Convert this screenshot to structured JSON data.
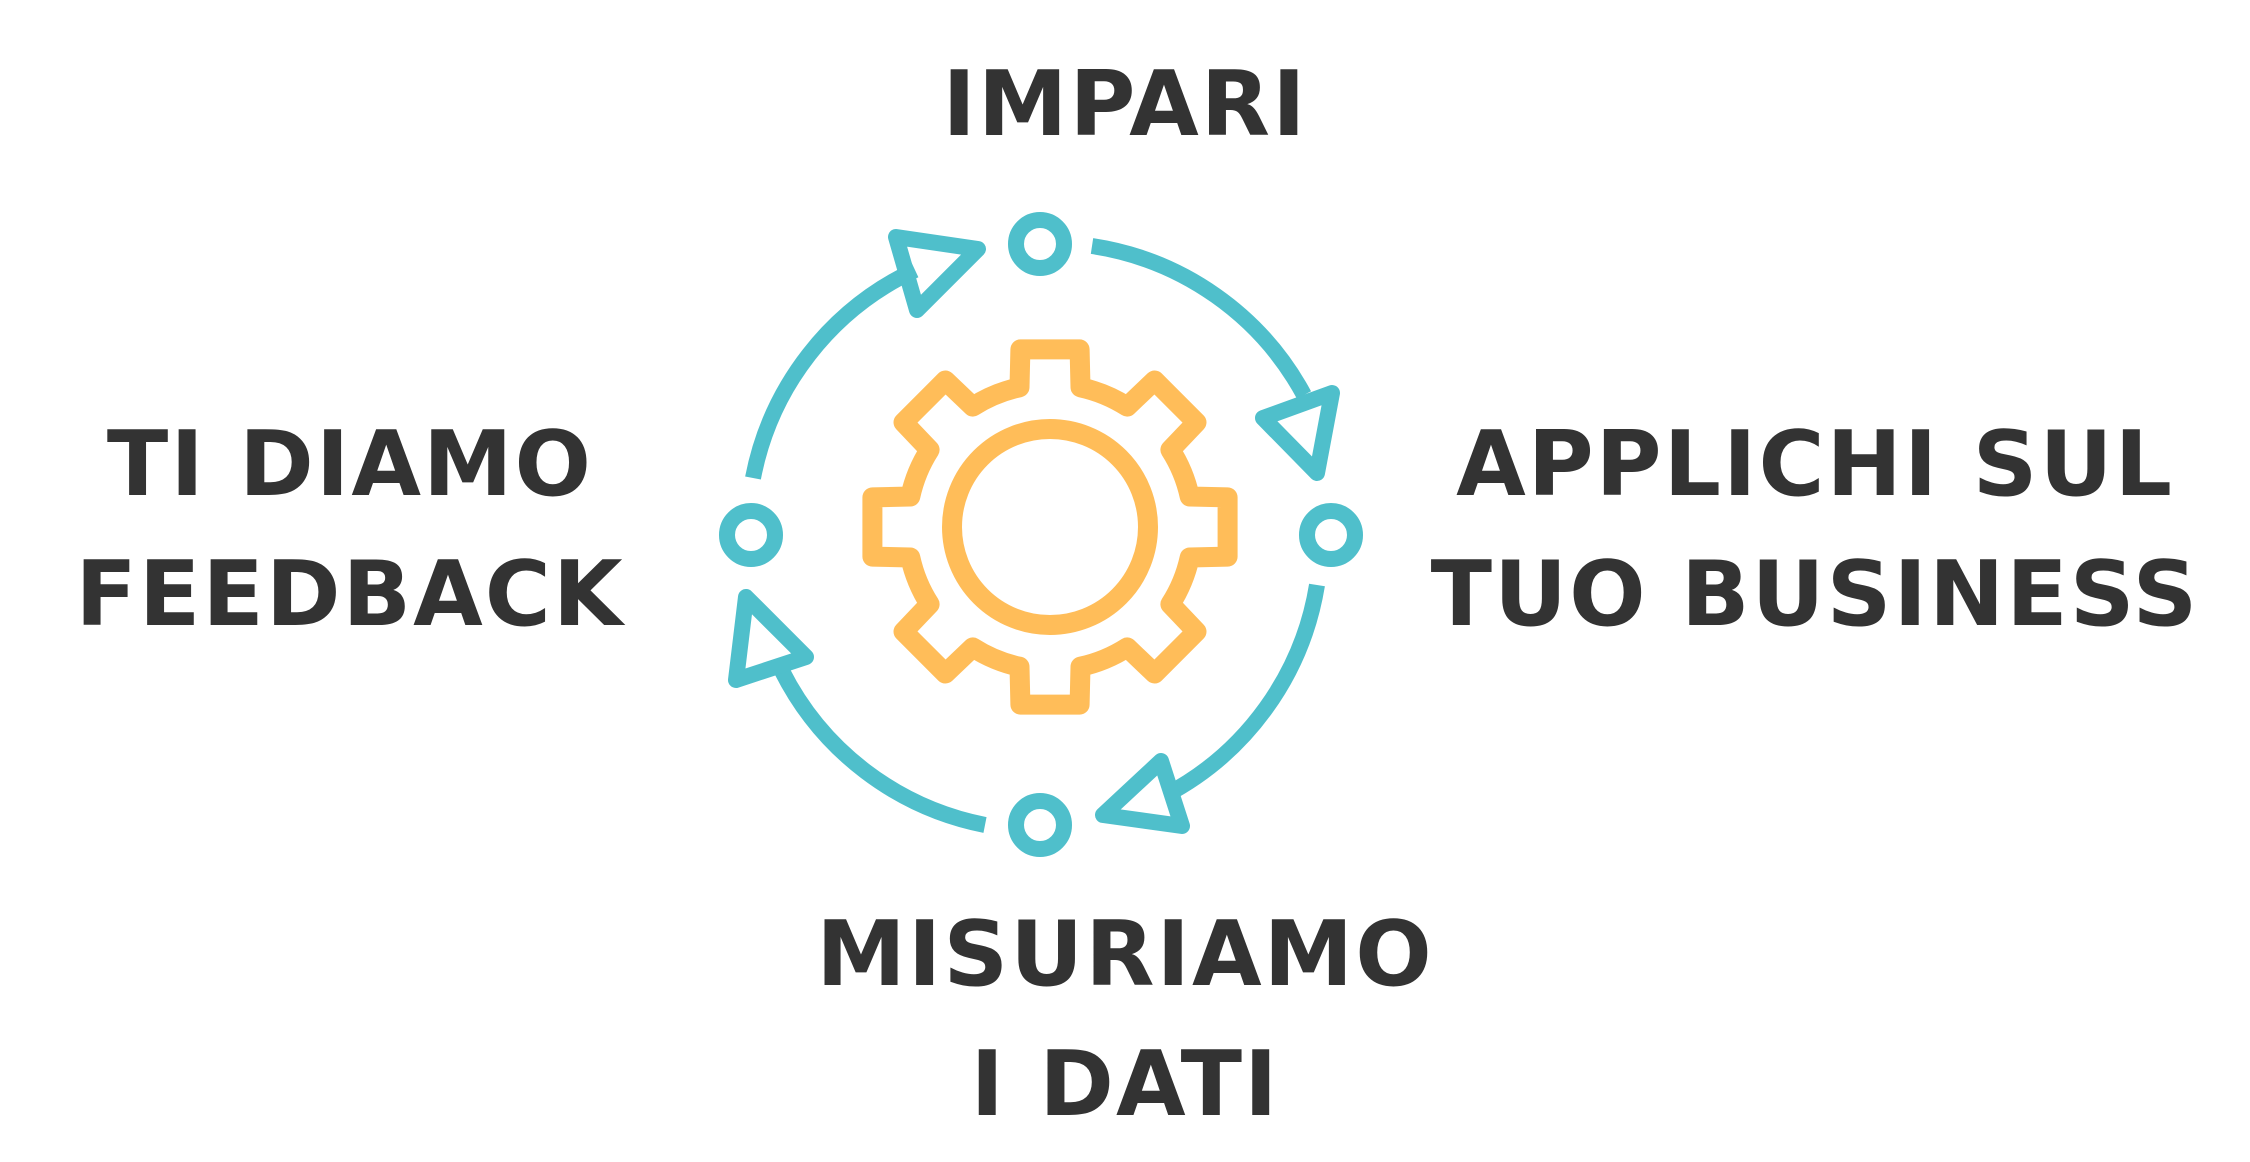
{
  "colors": {
    "text": "#333333",
    "cycle": "#4FBFCB",
    "gear": "#FFBD59",
    "background": "#FFFFFF"
  },
  "icons": {
    "center": "gear-icon",
    "cycle": "circular-arrows-icon"
  },
  "steps": {
    "top": {
      "lines": [
        "IMPARI"
      ]
    },
    "right": {
      "lines": [
        "APPLICHI SUL",
        "TUO BUSINESS"
      ]
    },
    "bottom": {
      "lines": [
        "MISURIAMO",
        "I DATI"
      ]
    },
    "left": {
      "lines": [
        "TI DIAMO",
        "FEEDBACK"
      ]
    }
  }
}
